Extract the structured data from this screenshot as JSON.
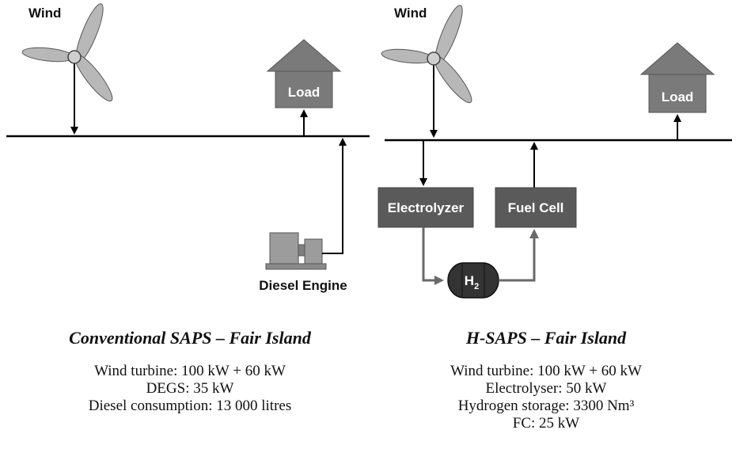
{
  "left": {
    "wind_label": "Wind",
    "load_label": "Load",
    "engine_label": "Diesel Engine",
    "title": "Conventional SAPS – Fair Island",
    "specs": [
      "Wind turbine: 100 kW + 60 kW",
      "DEGS: 35 kW",
      "Diesel consumption: 13 000 litres"
    ]
  },
  "right": {
    "wind_label": "Wind",
    "load_label": "Load",
    "electrolyzer_label": "Electrolyzer",
    "fuel_cell_label": "Fuel Cell",
    "tank_label": "H",
    "tank_subscript": "2",
    "title": "H-SAPS – Fair Island",
    "specs": [
      "Wind turbine: 100 kW + 60 kW",
      "Electrolyser: 50 kW",
      "Hydrogen storage: 3300 Nm³",
      "FC: 25 kW"
    ]
  },
  "colors": {
    "box_fill": "#5a5a5a",
    "house_fill": "#7a7a7a",
    "blade_fill": "#b8b8b8",
    "engine_fill": "#9c9c9c",
    "tank_fill": "#333333"
  }
}
